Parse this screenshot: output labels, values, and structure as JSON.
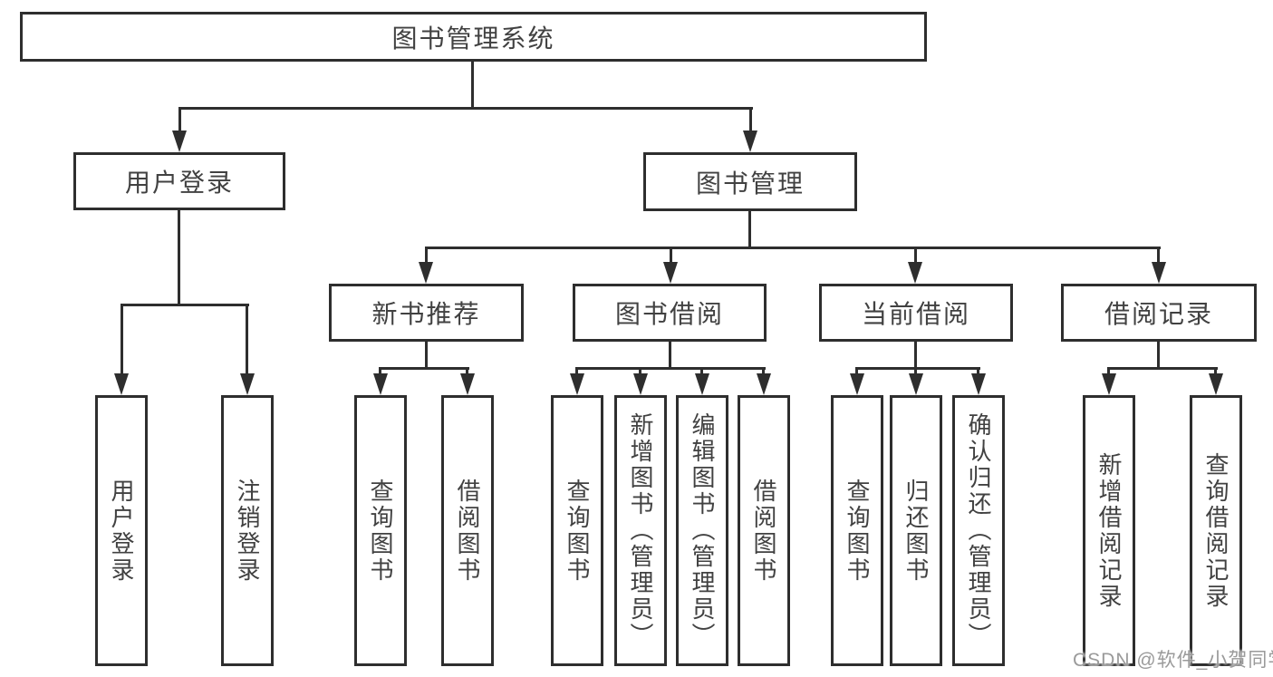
{
  "diagram": {
    "tree": {
      "root": {
        "label": "图书管理系统"
      },
      "branches": [
        {
          "label": "用户登录",
          "children": [
            {
              "label": "用户登录"
            },
            {
              "label": "注销登录"
            }
          ]
        },
        {
          "label": "图书管理",
          "children": [
            {
              "label": "新书推荐",
              "children": [
                {
                  "label": "查询图书"
                },
                {
                  "label": "借阅图书"
                }
              ]
            },
            {
              "label": "图书借阅",
              "children": [
                {
                  "label": "查询图书"
                },
                {
                  "label": "新增图书（管理员）"
                },
                {
                  "label": "编辑图书（管理员）"
                },
                {
                  "label": "借阅图书"
                }
              ]
            },
            {
              "label": "当前借阅",
              "children": [
                {
                  "label": "查询图书"
                },
                {
                  "label": "归还图书"
                },
                {
                  "label": "确认归还（管理员）"
                }
              ]
            },
            {
              "label": "借阅记录",
              "children": [
                {
                  "label": "新增借阅记录"
                },
                {
                  "label": "查询借阅记录"
                }
              ]
            }
          ]
        }
      ]
    },
    "colors": {
      "line": "#2e2e2e",
      "text": "#414141",
      "box_background": "#ffffff",
      "watermark": "#9a9a9a"
    },
    "watermark": {
      "text": "CSDN @软件_小贺同学"
    }
  }
}
